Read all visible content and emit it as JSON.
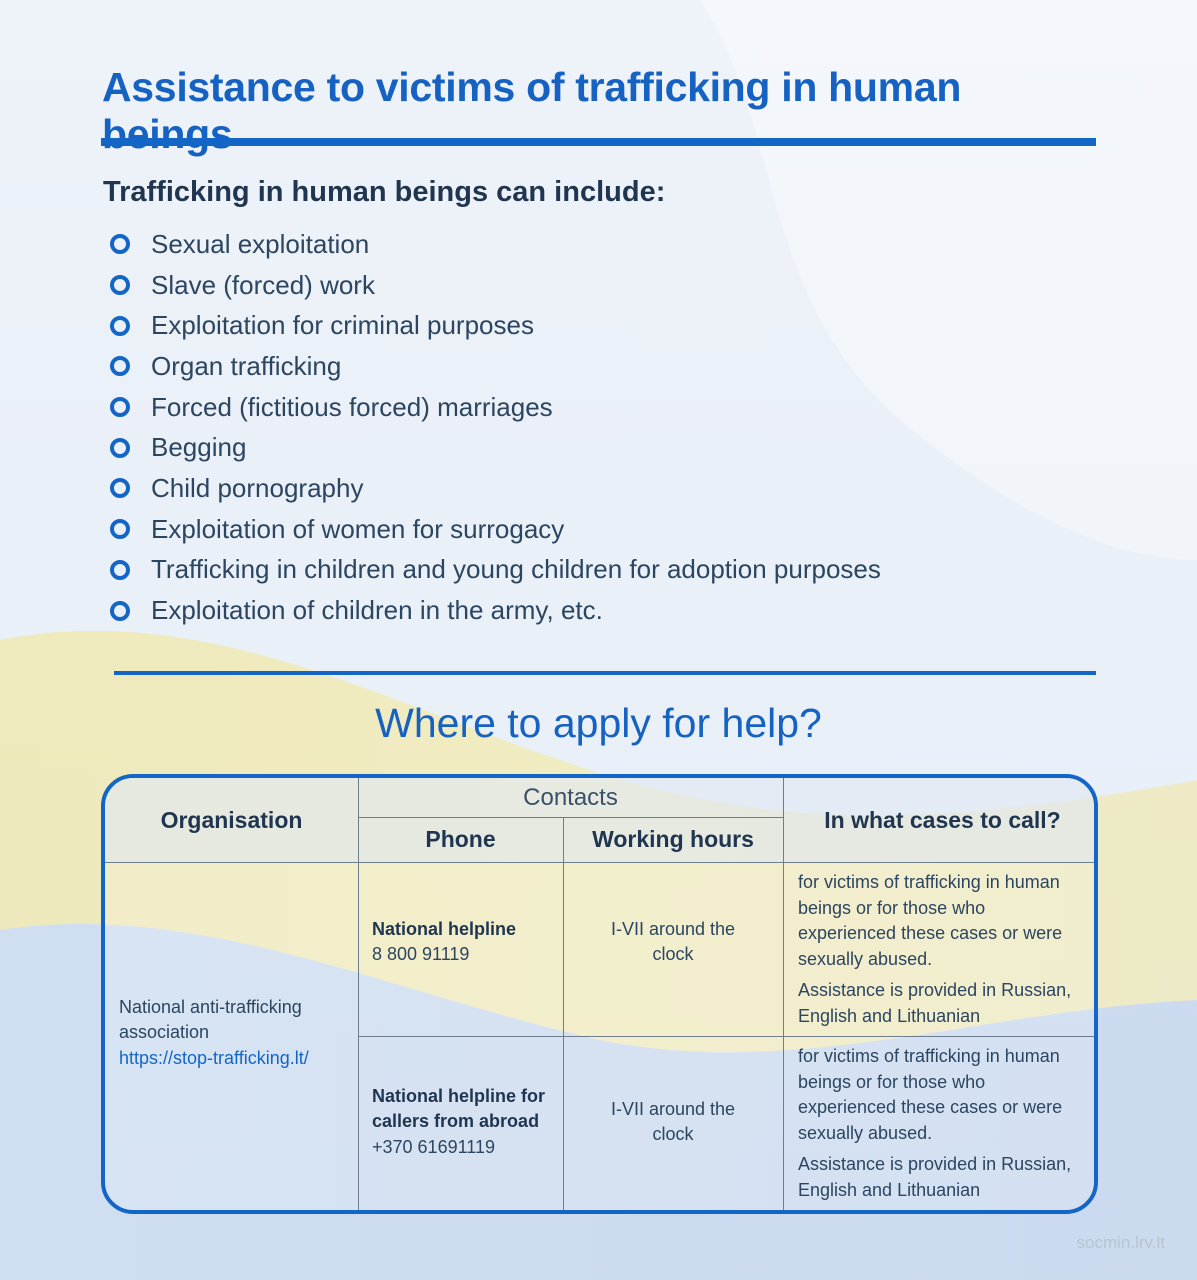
{
  "title": "Assistance to victims of trafficking in human beings",
  "subtitle": "Trafficking in human beings can include:",
  "list_items": [
    "Sexual exploitation",
    "Slave (forced) work",
    "Exploitation for criminal purposes",
    "Organ trafficking",
    "Forced (fictitious forced) marriages",
    "Begging",
    "Child pornography",
    "Exploitation of women for surrogacy",
    "Trafficking in children and young children for adoption purposes",
    "Exploitation of children in the army, etc."
  ],
  "help_title": "Where to apply for help?",
  "table": {
    "headers": {
      "organisation": "Organisation",
      "contacts": "Contacts",
      "phone": "Phone",
      "working_hours": "Working hours",
      "cases": "In what cases to call?"
    },
    "organisation": {
      "name": "National anti-trafficking association",
      "link": "https://stop-trafficking.lt/"
    },
    "rows": [
      {
        "phone_label": "National helpline",
        "phone_number": "8 800 91119",
        "hours": "I-VII around the clock",
        "cases_1": "for victims of trafficking in human beings or for those who experienced these cases or were sexually abused.",
        "cases_2": "Assistance is provided in Russian, English and Lithuanian"
      },
      {
        "phone_label": "National helpline for callers from abroad",
        "phone_number": "+370 61691119",
        "hours": "I-VII around the clock",
        "cases_1": "for victims of trafficking in human beings or for those who experienced these cases or were sexually abused.",
        "cases_2": "Assistance is provided in Russian, English and Lithuanian"
      }
    ]
  },
  "footer": "socmin.lrv.lt",
  "colors": {
    "accent": "#1466c6",
    "text": "#1f3550",
    "flag_yellow": "#f5e27a",
    "flag_blue": "#c9d9f0"
  }
}
